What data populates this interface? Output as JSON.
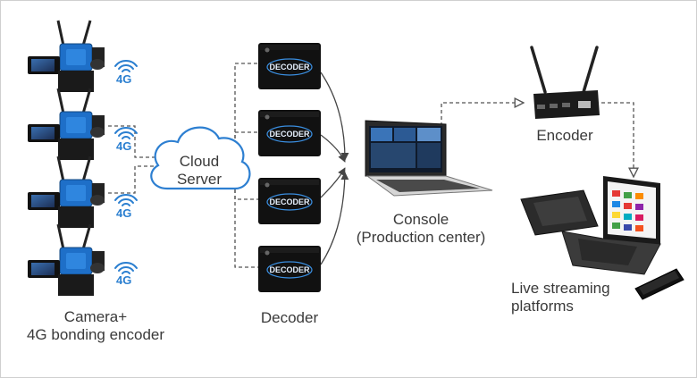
{
  "labels": {
    "camera_line1": "Camera+",
    "camera_line2": "4G bonding encoder",
    "cloud_line1": "Cloud",
    "cloud_line2": "Server",
    "decoder": "Decoder",
    "console_line1": "Console",
    "console_line2": "(Production center)",
    "encoder": "Encoder",
    "live_line1": "Live streaming",
    "live_line2": "platforms"
  },
  "decoder_box_text": "DECODER",
  "signal_badge": "4G",
  "icons": {
    "camera": "camera-icon",
    "signal": "wifi-signal-icon",
    "cloud": "cloud-icon",
    "decoder": "decoder-box-icon",
    "console": "production-console-icon",
    "encoder": "encoder-device-icon",
    "laptop": "laptop-icon",
    "tablet": "drawing-tablet-icon",
    "phone": "phone-icon"
  },
  "colors": {
    "accent_blue": "#2b7fd0",
    "device_blue": "#1e6fc8",
    "text": "#3a3a3a",
    "line": "#444444",
    "cloud_stroke": "#2d7fd1"
  }
}
